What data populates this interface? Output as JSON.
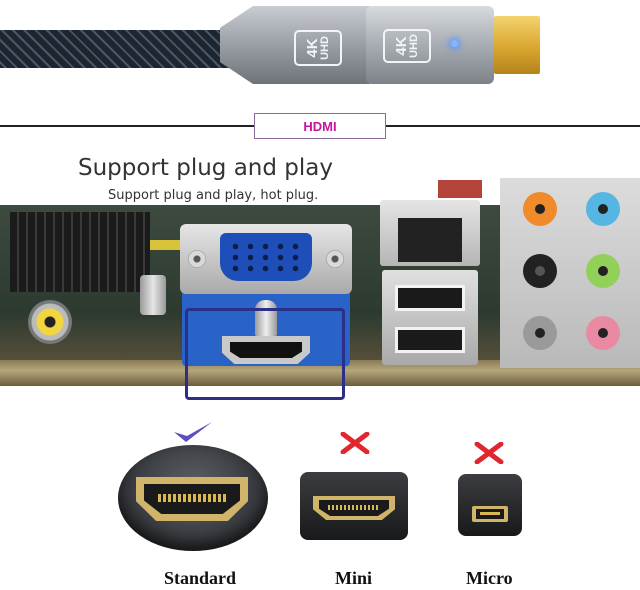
{
  "cable": {
    "badge_1_top": "4K",
    "badge_1_bottom": "UHD",
    "badge_2_top": "4K",
    "badge_2_bottom": "UHD"
  },
  "section_label": "HDMI",
  "headline": "Support plug and play",
  "subheadline": "Support plug and play, hot plug.",
  "connectors": [
    {
      "label": "Standard",
      "status": "supported"
    },
    {
      "label": "Mini",
      "status": "not-supported"
    },
    {
      "label": "Micro",
      "status": "not-supported"
    }
  ],
  "colors": {
    "label_magenta": "#c7159b",
    "highlight_frame": "#2c2f8a",
    "check_purple": "#5a4fbf",
    "x_red": "#e0262e",
    "connector_gold": "#d0b46a"
  },
  "icons": {
    "check": "check-mark-icon",
    "cross": "x-mark-icon"
  }
}
